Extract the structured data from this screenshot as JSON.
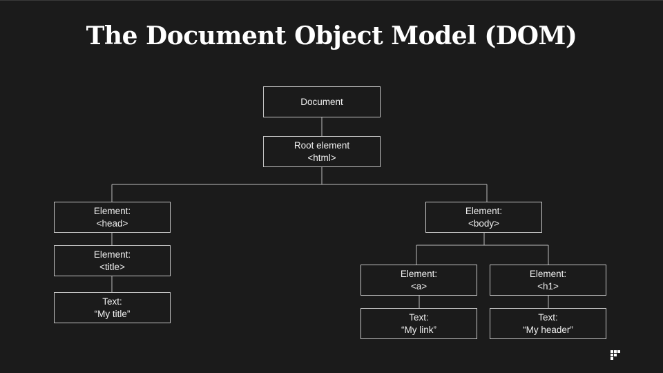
{
  "slide": {
    "title": "The Document Object Model (DOM)"
  },
  "tree": {
    "document": {
      "line1": "Document"
    },
    "root": {
      "line1": "Root element",
      "line2": "<html>"
    },
    "head": {
      "line1": "Element:",
      "line2": "<head>"
    },
    "title_el": {
      "line1": "Element:",
      "line2": "<title>"
    },
    "title_text": {
      "line1": "Text:",
      "line2": "“My title”"
    },
    "body": {
      "line1": "Element:",
      "line2": "<body>"
    },
    "a_el": {
      "line1": "Element:",
      "line2": "<a>"
    },
    "a_text": {
      "line1": "Text:",
      "line2": "“My link”"
    },
    "h1_el": {
      "line1": "Element:",
      "line2": "<h1>"
    },
    "h1_text": {
      "line1": "Text:",
      "line2": "“My header”"
    }
  },
  "logo": {
    "icon": "presentation-logo-icon",
    "color": "#ffffff"
  }
}
